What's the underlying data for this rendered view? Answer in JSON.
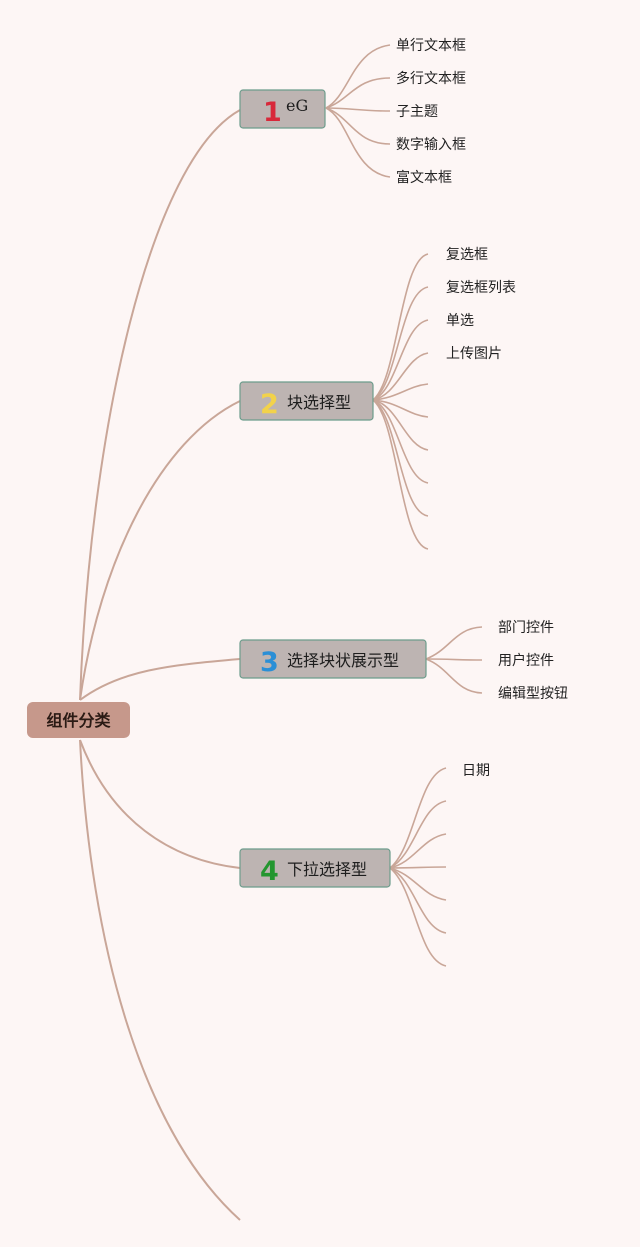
{
  "root": {
    "label": "组件分类",
    "color": "#c6988b"
  },
  "branches": [
    {
      "number": "1",
      "number_color": "#d8283a",
      "label": "eG",
      "leaves": [
        "单行文本框",
        "多行文本框",
        "子主题",
        "数字输入框",
        "富文本框"
      ]
    },
    {
      "number": "2",
      "number_color": "#f2d24a",
      "label": "块选择型",
      "leaves": [
        "复选框",
        "复选框列表",
        "单选",
        "上传图片",
        "",
        "",
        "",
        "",
        "",
        ""
      ]
    },
    {
      "number": "3",
      "number_color": "#2b8fd6",
      "label": "选择块状展示型",
      "leaves": [
        "部门控件",
        "用户控件",
        "编辑型按钮"
      ]
    },
    {
      "number": "4",
      "number_color": "#23962f",
      "label": "下拉选择型",
      "leaves": [
        "日期",
        "",
        "",
        "",
        "",
        "",
        ""
      ]
    }
  ],
  "colors": {
    "background": "#fdf6f5",
    "edge": "#c9a698",
    "branch_box": "#bdb4b2",
    "branch_border": "#6d9c8c"
  }
}
